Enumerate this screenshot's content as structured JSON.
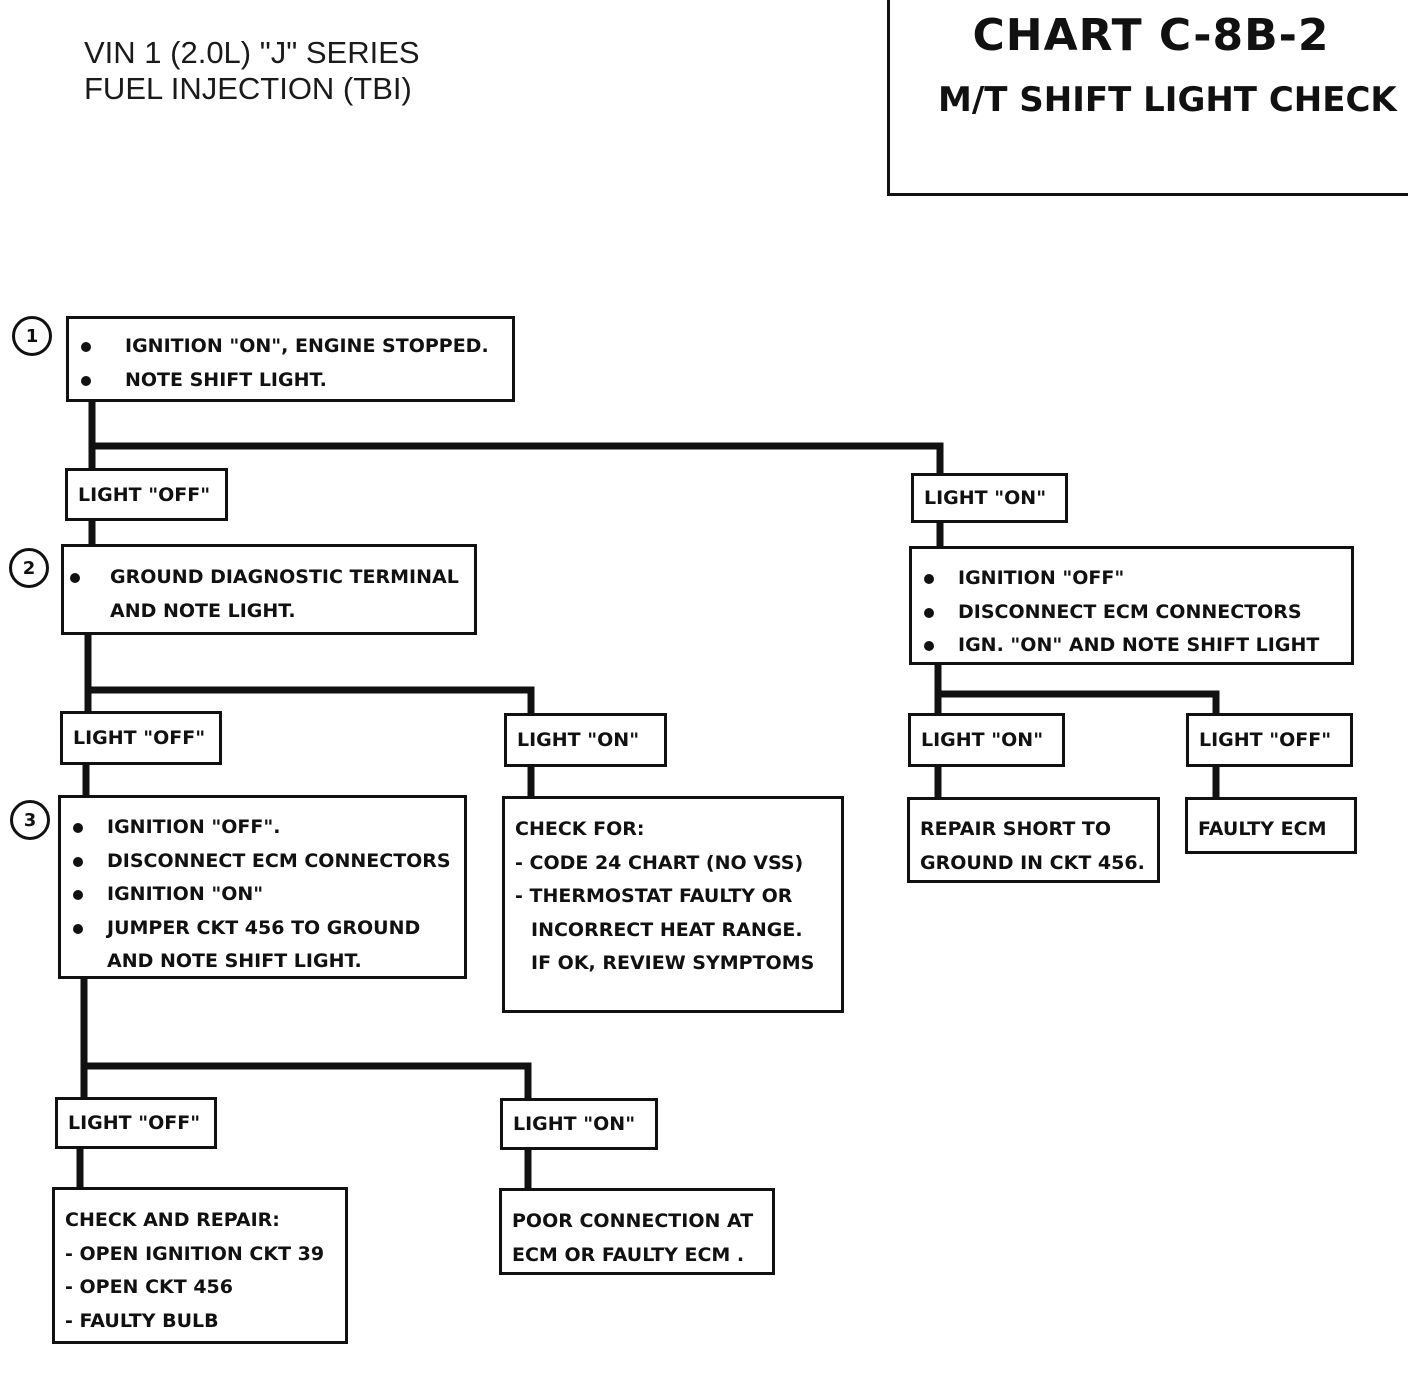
{
  "header": {
    "line1": "VIN 1 (2.0L) \"J\" SERIES",
    "line2": "FUEL INJECTION (TBI)"
  },
  "chart": {
    "title": "CHART C-8B-2",
    "subtitle": "M/T SHIFT LIGHT CHECK"
  },
  "steps": {
    "step1": {
      "number": "1",
      "items": [
        "IGNITION \"ON\", ENGINE STOPPED.",
        "NOTE SHIFT LIGHT."
      ]
    },
    "step2": {
      "number": "2",
      "items": [
        "GROUND DIAGNOSTIC TERMINAL",
        "AND NOTE LIGHT."
      ]
    },
    "step3": {
      "number": "3",
      "items": [
        "IGNITION \"OFF\".",
        "DISCONNECT ECM CONNECTORS",
        "IGNITION \"ON\"",
        "JUMPER CKT 456 TO GROUND",
        "AND NOTE SHIFT LIGHT."
      ]
    }
  },
  "labels": {
    "light_off": "LIGHT \"OFF\"",
    "light_on": "LIGHT \"ON\""
  },
  "right_branch": {
    "items": [
      "IGNITION \"OFF\"",
      "DISCONNECT ECM  CONNECTORS",
      "IGN. \"ON\" AND NOTE SHIFT LIGHT"
    ],
    "repair_short": [
      "REPAIR SHORT TO",
      "GROUND IN CKT 456."
    ],
    "faulty_ecm": "FAULTY ECM"
  },
  "check_for": {
    "heading": "CHECK FOR:",
    "lines": [
      "- CODE 24 CHART  (NO VSS)",
      "- THERMOSTAT FAULTY OR",
      "INCORRECT HEAT RANGE.",
      "IF OK, REVIEW SYMPTOMS"
    ]
  },
  "check_repair": {
    "heading": "CHECK AND REPAIR:",
    "lines": [
      "-  OPEN IGNITION CKT 39",
      "-  OPEN CKT 456",
      "- FAULTY BULB"
    ]
  },
  "poor_connection": [
    "POOR CONNECTION AT",
    "ECM OR FAULTY ECM ."
  ]
}
